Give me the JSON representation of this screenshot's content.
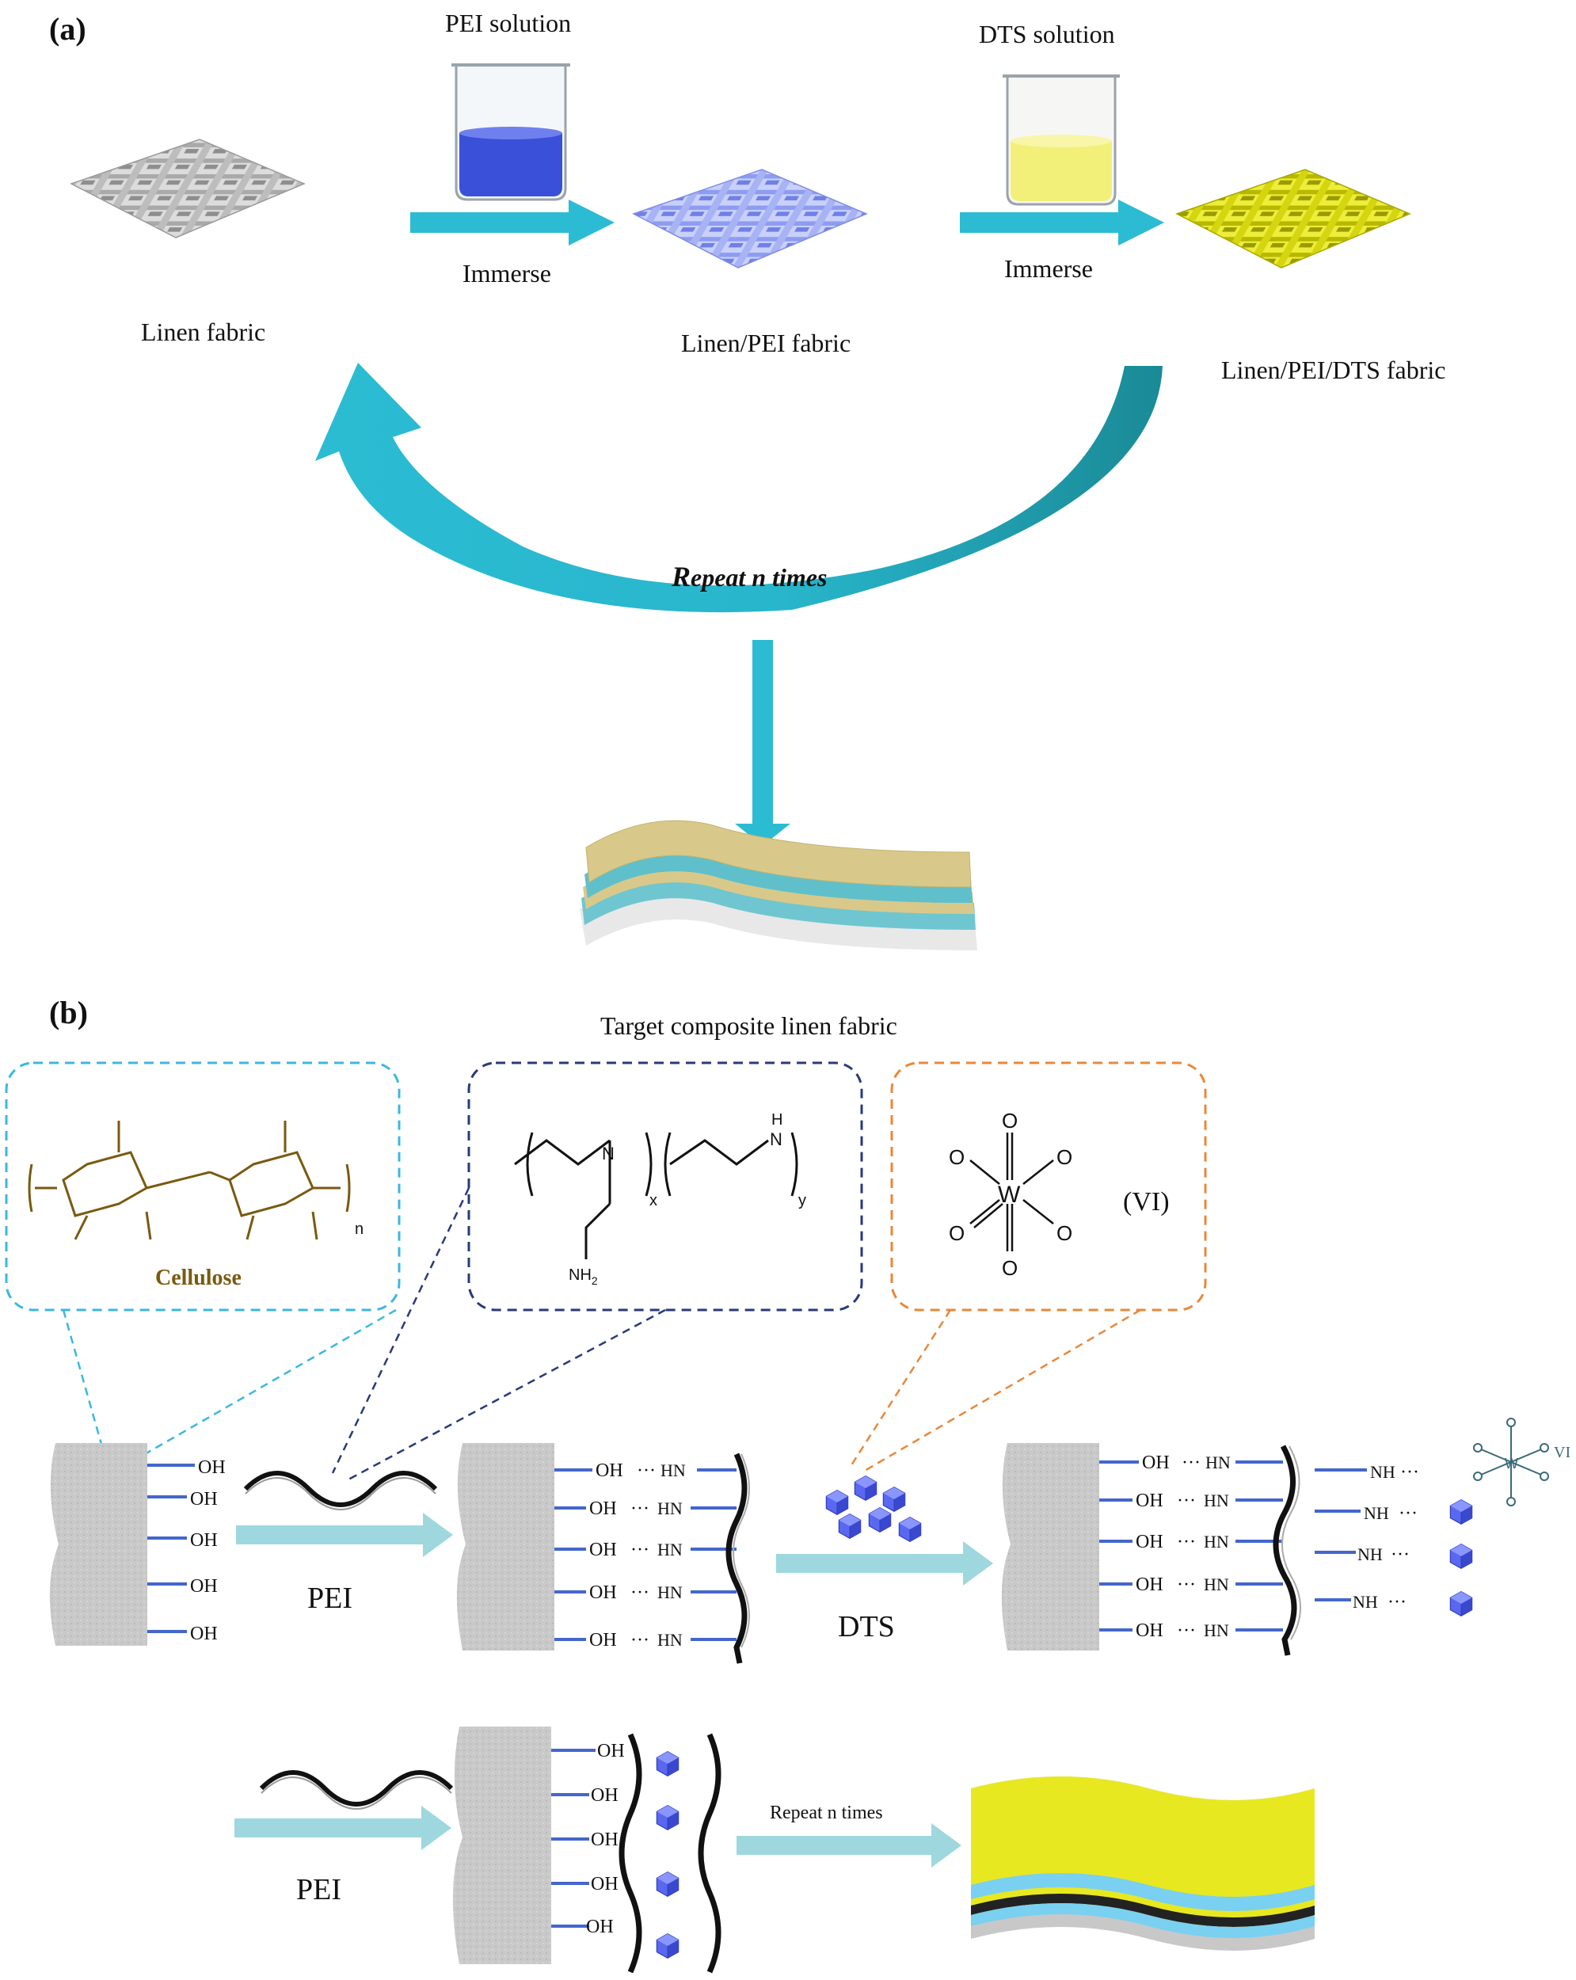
{
  "panel_a": {
    "label": "(a)",
    "pei_solution": "PEI solution",
    "dts_solution": "DTS solution",
    "immerse_1": "Immerse",
    "immerse_2": "Immerse",
    "linen_fabric": "Linen fabric",
    "linen_pei_fabric": "Linen/PEI fabric",
    "linen_pei_dts_fabric": "Linen/PEI/DTS fabric",
    "repeat_r": "R",
    "repeat_rest": "epeat n times",
    "target": "Target composite linen fabric"
  },
  "panel_b": {
    "label": "(b)",
    "cellulose": "Cellulose",
    "n": "n",
    "x": "x",
    "y": "y",
    "N": "N",
    "H": "H",
    "NH2": "NH",
    "two": "2",
    "W": "W",
    "O": "O",
    "vi_paren": "(VI)",
    "vi": "VI",
    "OH": "OH",
    "HN": "HN",
    "NH": "NH",
    "dots": "···",
    "pei_1": "PEI",
    "dts": "DTS",
    "pei_2": "PEI",
    "repeat_small": "Repeat n times"
  },
  "colors": {
    "arrow_teal": "#2bbcd3",
    "arrow_dark": "#1a8a96",
    "arrow_light": "#9ed8de",
    "pei_blue": "#3a50d8",
    "dts_yellow": "#f3f07a",
    "fabric_yellow": "#e8e820",
    "fabric_blue": "#a8b4f2",
    "fiber_gray": "#c8c8c8",
    "bond_blue": "#4466cc",
    "cellulose_brown": "#7a5a10",
    "box_cyan": "#3ab8e0",
    "box_navy": "#2a3a78",
    "box_orange": "#e8883a",
    "crystal_blue": "#5a68f0",
    "layer_tan": "#d8c98a",
    "layer_teal": "#5fc0cc"
  }
}
